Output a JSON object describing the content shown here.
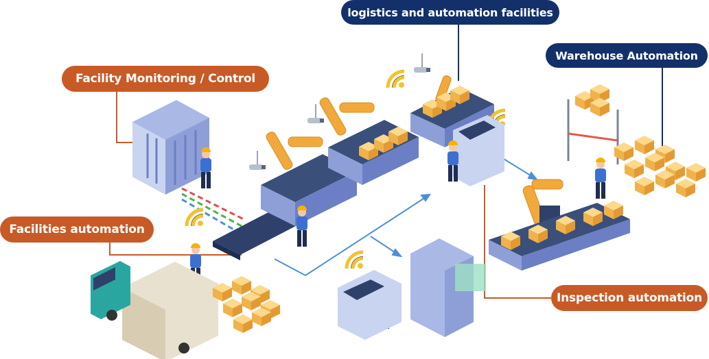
{
  "labels": {
    "logistics": "logistics and automation facilities",
    "warehouse": "Warehouse Automation",
    "monitoring": "Facility Monitoring / Control",
    "facilities": "Facilities automation",
    "inspection": "Inspection automation"
  },
  "colors": {
    "orange_label": "#c85a26",
    "navy_label": "#13306b",
    "conveyor": "#3a4f7a",
    "robot_arm": "#f2a93b",
    "box": "#f5c064",
    "panel": "#c9d4f0",
    "worker_shirt": "#3d6fd1",
    "arrow": "#4a90d9"
  },
  "icons": [
    "wifi-icon",
    "security-camera-icon",
    "robot-arm-icon",
    "truck-icon",
    "worker-icon",
    "control-panel-icon",
    "server-cabinet-icon",
    "pallet-box-icon"
  ]
}
